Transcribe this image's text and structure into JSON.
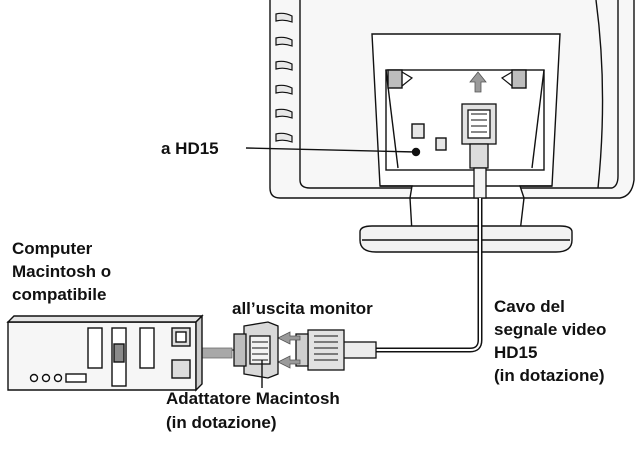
{
  "labels": {
    "hd15_port": "a HD15",
    "computer_line1": "Computer",
    "computer_line2": "Macintosh o",
    "computer_line3": "compatibile",
    "monitor_output": "all’uscita monitor",
    "cable_line1": "Cavo del",
    "cable_line2": "segnale video",
    "cable_line3": "HD15",
    "cable_line4": "(in dotazione)",
    "adapter_line1": "Adattatore Macintosh",
    "adapter_line2": "(in dotazione)"
  },
  "colors": {
    "line": "#111111",
    "monitor_fill": "#f4f4f4",
    "shade": "#cfcfcf",
    "dark_shade": "#8a8a8a",
    "arrow": "#9a9a9a"
  }
}
